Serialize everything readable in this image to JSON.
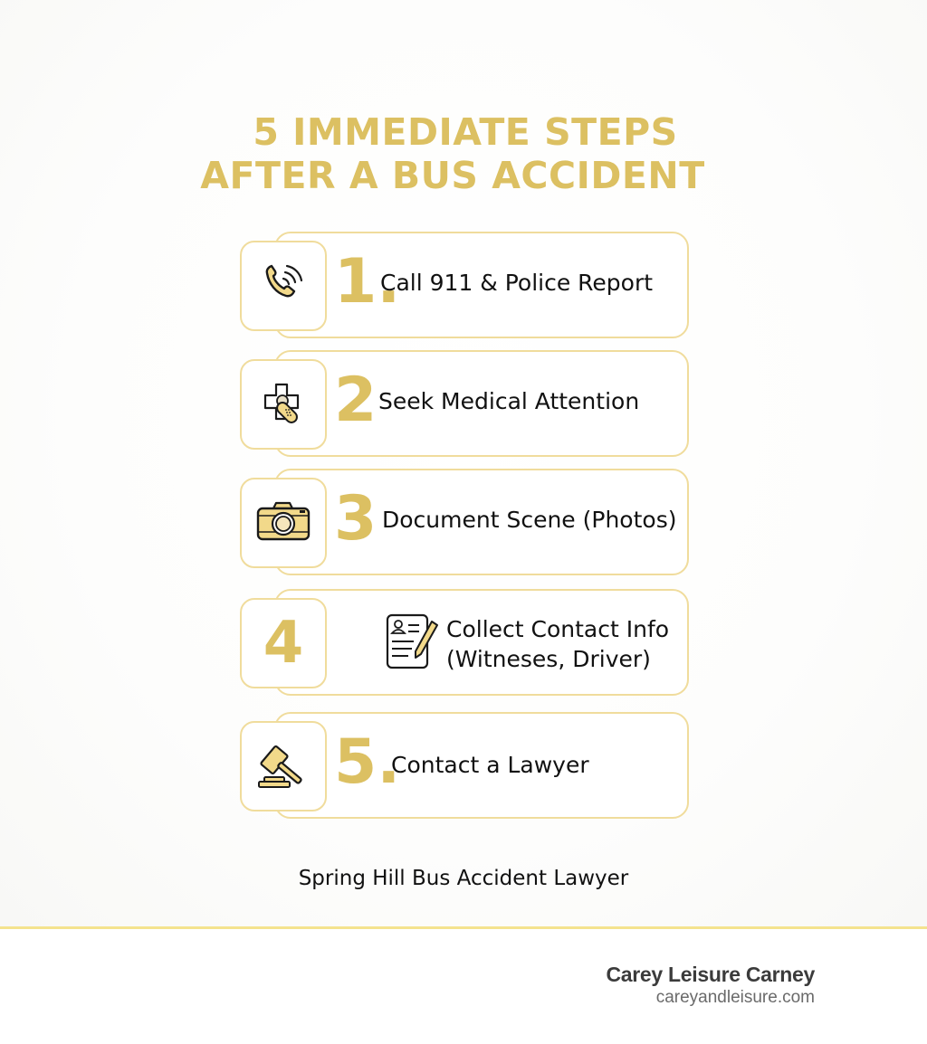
{
  "title": {
    "line1": "5 IMMEDIATE STEPS",
    "line2": "AFTER A BUS ACCIDENT"
  },
  "colors": {
    "accent_gold": "#dcc062",
    "card_border": "#f0dc9c",
    "icon_fill": "#f2d98a",
    "footer_line": "#f4e38e",
    "text_dark": "#111111"
  },
  "steps": [
    {
      "number": "1.",
      "label": "Call 911 & Police Report",
      "icon": "phone-icon"
    },
    {
      "number": "2",
      "label": "Seek Medical Attention",
      "icon": "medical-bandage-icon"
    },
    {
      "number": "3",
      "label": "Document Scene (Photos)",
      "icon": "camera-icon"
    },
    {
      "number": "4",
      "label_line1": "Collect Contact Info",
      "label_line2": "(Witneses, Driver)",
      "icon": "contact-form-icon"
    },
    {
      "number": "5.",
      "label": "Contact a Lawyer",
      "icon": "gavel-icon"
    }
  ],
  "caption": "Spring Hill Bus Accident Lawyer",
  "brand": {
    "name": "Carey Leisure Carney",
    "url": "careyandleisure.com"
  }
}
